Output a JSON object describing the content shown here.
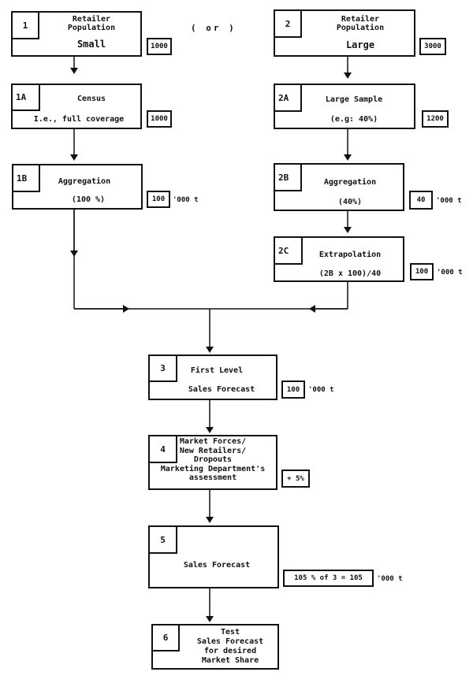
{
  "or_label": "( or )",
  "unit_label": "'000 t",
  "nodes": {
    "n1": {
      "id": "1",
      "lines": [
        "Retailer",
        "Population"
      ],
      "sub": "Small",
      "value": "1000"
    },
    "n2": {
      "id": "2",
      "lines": [
        "Retailer",
        "Population"
      ],
      "sub": "Large",
      "value": "3000"
    },
    "n1a": {
      "id": "1A",
      "title": "Census",
      "sub": "I.e., full coverage",
      "value": "1000"
    },
    "n2a": {
      "id": "2A",
      "title": "Large Sample",
      "sub": "(e.g: 40%)",
      "value": "1200"
    },
    "n1b": {
      "id": "1B",
      "title": "Aggregation",
      "sub": "(100 %)",
      "value": "100"
    },
    "n2b": {
      "id": "2B",
      "title": "Aggregation",
      "sub": "(40%)",
      "value": "40"
    },
    "n2c": {
      "id": "2C",
      "title": "Extrapolation",
      "sub": "(2B x 100)/40",
      "value": "100"
    },
    "n3": {
      "id": "3",
      "title": "First Level",
      "sub": "Sales Forecast",
      "value": "100"
    },
    "n4": {
      "id": "4",
      "text": "Market Forces/\nNew Retailers/\nDropouts\nMarketing Department's\nassessment",
      "value": "+ 5%"
    },
    "n5": {
      "id": "5",
      "title": "Sales Forecast",
      "value": "105 % of 3 = 105"
    },
    "n6": {
      "id": "6",
      "text": "Test\nSales Forecast\nfor desired\nMarket Share"
    }
  }
}
